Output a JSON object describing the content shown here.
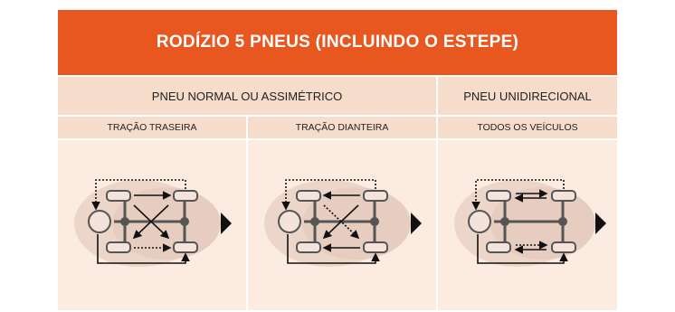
{
  "title": "RODÍZIO 5 PNEUS (INCLUINDO O ESTEPE)",
  "headers": {
    "normal": "PNEU NORMAL OU ASSIMÉTRICO",
    "unidirectional": "PNEU UNIDIRECIONAL"
  },
  "subheaders": {
    "rear": "TRAÇÃO TRASEIRA",
    "front": "TRAÇÃO DIANTEIRA",
    "all": "TODOS OS VEÍCULOS"
  },
  "colors": {
    "brand_orange": "#e8571f",
    "header_bg": "#f6dccb",
    "diagram_bg": "#fbebe1",
    "car_silhouette": "#e9cfc3",
    "tire_fill": "#f3e3da",
    "line": "#555555",
    "arrow": "#111111"
  },
  "icons": [
    "tire-rotation-rear-drive-diagram",
    "tire-rotation-front-drive-diagram",
    "tire-rotation-unidirectional-diagram",
    "direction-arrow-icon",
    "spare-tire-icon"
  ]
}
